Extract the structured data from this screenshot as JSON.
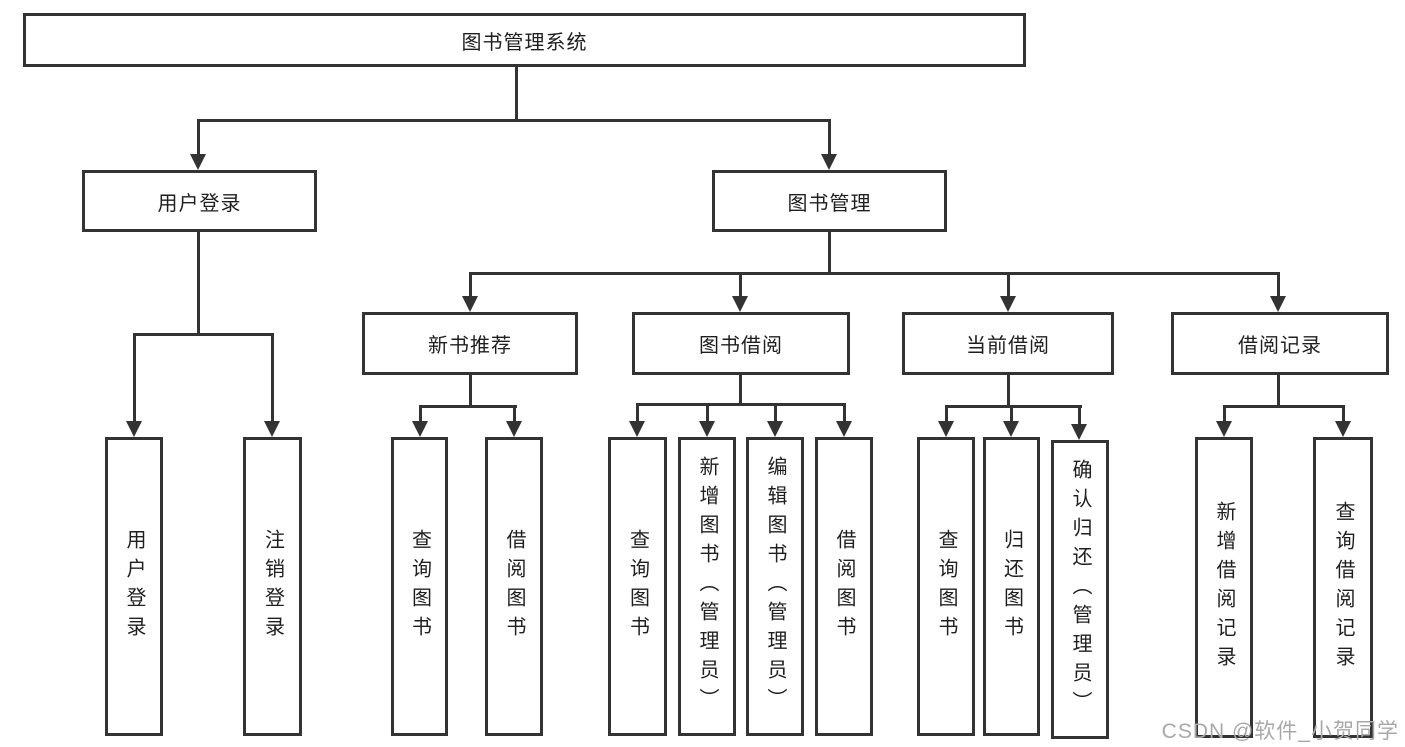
{
  "diagram": {
    "watermark": "CSDN @软件_小贺同学",
    "colors": {
      "line": "#333333",
      "box_bg": "#ffffff",
      "text": "#1f1f1f",
      "bg": "#ffffff",
      "watermark": "#a8a8a8"
    },
    "tree": {
      "label": "图书管理系统",
      "children": [
        {
          "label": "用户登录",
          "children": [
            {
              "label": "用户登录"
            },
            {
              "label": "注销登录"
            }
          ]
        },
        {
          "label": "图书管理",
          "children": [
            {
              "label": "新书推荐",
              "children": [
                {
                  "label": "查询图书"
                },
                {
                  "label": "借阅图书"
                }
              ]
            },
            {
              "label": "图书借阅",
              "children": [
                {
                  "label": "查询图书"
                },
                {
                  "label": "新增图书（管理员）"
                },
                {
                  "label": "编辑图书（管理员）"
                },
                {
                  "label": "借阅图书"
                }
              ]
            },
            {
              "label": "当前借阅",
              "children": [
                {
                  "label": "查询图书"
                },
                {
                  "label": "归还图书"
                },
                {
                  "label": "确认归还（管理员）"
                }
              ]
            },
            {
              "label": "借阅记录",
              "children": [
                {
                  "label": "新增借阅记录"
                },
                {
                  "label": "查询借阅记录"
                }
              ]
            }
          ]
        }
      ]
    }
  }
}
